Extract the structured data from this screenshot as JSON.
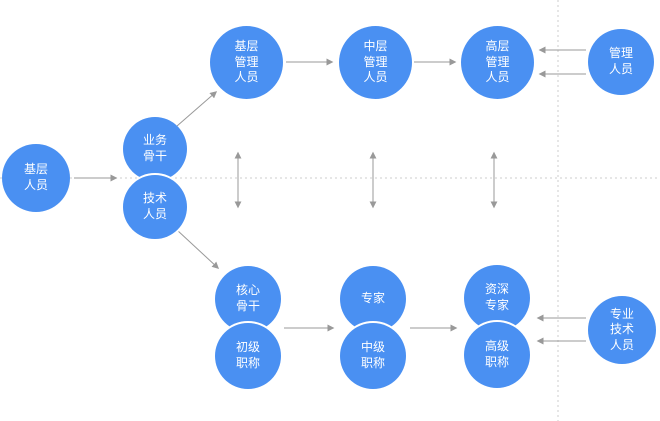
{
  "diagram": {
    "type": "dual-career-path",
    "colors": {
      "node_fill": "#4a90f2",
      "node_text": "#ffffff",
      "arrow": "#999999",
      "dotted_line": "#cccccc"
    },
    "nodes": {
      "jiceng_renyuan": "基层\n人员",
      "yewu_gugan": "业务\n骨干",
      "jishu_renyuan": "技术\n人员",
      "jiceng_guanli": "基层\n管理\n人员",
      "zhongceng_guanli": "中层\n管理\n人员",
      "gaoceng_guanli": "高层\n管理\n人员",
      "guanli_renyuan": "管理\n人员",
      "hexin_gugan": "核心\n骨干",
      "zhuanjia": "专家",
      "zishen_zhuanjia": "资深\n专家",
      "chuji_zhicheng": "初级\n职称",
      "zhongji_zhicheng": "中级\n职称",
      "gaoji_zhicheng": "高级\n职称",
      "zhuanye_jishu": "专业\n技术\n人员"
    },
    "edges": [
      {
        "from": "jiceng_renyuan",
        "to": "yewu_gugan",
        "bidirectional": false
      },
      {
        "from": "yewu_gugan",
        "to": "jiceng_guanli",
        "bidirectional": false
      },
      {
        "from": "jishu_renyuan",
        "to": "hexin_gugan",
        "bidirectional": false
      },
      {
        "from": "jiceng_guanli",
        "to": "zhongceng_guanli",
        "bidirectional": false
      },
      {
        "from": "zhongceng_guanli",
        "to": "gaoceng_guanli",
        "bidirectional": false
      },
      {
        "from": "guanli_renyuan",
        "to": "gaoceng_guanli",
        "bidirectional": false
      },
      {
        "from": "guanli_renyuan",
        "to": "gaoceng_guanli",
        "bidirectional": false
      },
      {
        "from": "hexin_gugan",
        "to": "zhuanjia",
        "bidirectional": false
      },
      {
        "from": "zhuanjia",
        "to": "zishen_zhuanjia",
        "bidirectional": false
      },
      {
        "from": "zhuanye_jishu",
        "to": "zishen_zhuanjia",
        "bidirectional": false
      },
      {
        "from": "zhuanye_jishu",
        "to": "gaoji_zhicheng",
        "bidirectional": false
      },
      {
        "from": "jiceng_guanli",
        "to": "hexin_gugan",
        "bidirectional": true
      },
      {
        "from": "zhongceng_guanli",
        "to": "zhuanjia",
        "bidirectional": true
      },
      {
        "from": "gaoceng_guanli",
        "to": "zishen_zhuanjia",
        "bidirectional": true
      }
    ]
  }
}
